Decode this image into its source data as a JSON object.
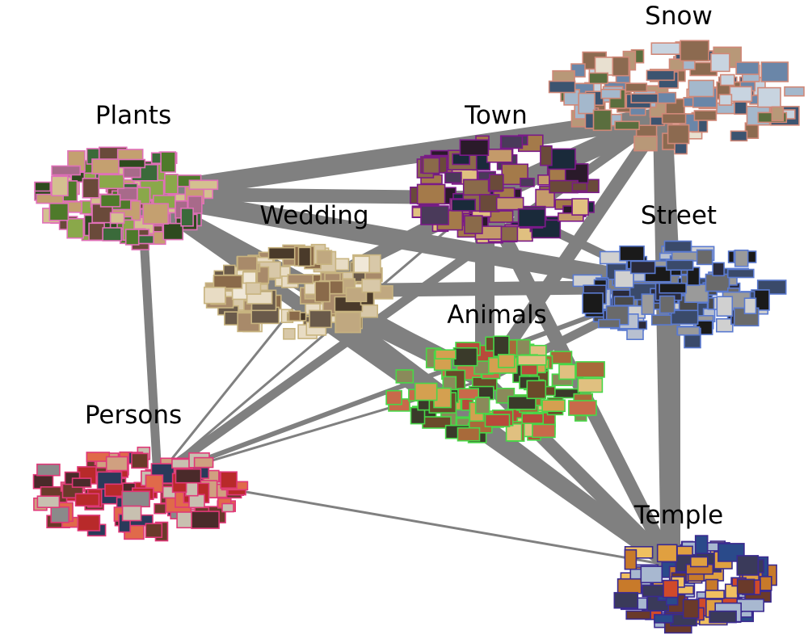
{
  "diagram": {
    "type": "cluster-graph",
    "edge_color": "#808080",
    "clusters": [
      {
        "id": "snow",
        "label": "Snow",
        "border": "#d08878",
        "palette": [
          "#6a86a8",
          "#c8d4e0",
          "#8c6a50",
          "#3c5470",
          "#e8e0d0",
          "#a4b8cc",
          "#5a6e3e",
          "#b89878"
        ]
      },
      {
        "id": "plants",
        "label": "Plants",
        "border": "#e070b8",
        "palette": [
          "#4e7a2a",
          "#8aa84a",
          "#6a4a3a",
          "#c4a070",
          "#2e4a1e",
          "#a86a8a",
          "#d4c090",
          "#3a6a3a"
        ]
      },
      {
        "id": "town",
        "label": "Town",
        "border": "#7a1a88",
        "palette": [
          "#2a1a2a",
          "#6a4a3a",
          "#a47a4a",
          "#1a2a3a",
          "#c49a6a",
          "#4a3a5a",
          "#8a6a4a",
          "#e0c080"
        ]
      },
      {
        "id": "wedding",
        "label": "Wedding",
        "border": "#c8b480",
        "palette": [
          "#d8c8a8",
          "#8a6a4a",
          "#f0e8d8",
          "#a88a6a",
          "#4a3a2a",
          "#c0a880",
          "#e8dcc4",
          "#6a5a4a"
        ]
      },
      {
        "id": "street",
        "label": "Street",
        "border": "#5a7ad0",
        "palette": [
          "#1a1a1a",
          "#6a6a6a",
          "#d0d0d0",
          "#3a4a6a",
          "#9a9a9a",
          "#2a2a3a",
          "#b8c0d0",
          "#4a4a4a"
        ]
      },
      {
        "id": "animals",
        "label": "Animals",
        "border": "#48d848",
        "palette": [
          "#a86a3a",
          "#d4a050",
          "#6a4a2a",
          "#c86a4a",
          "#3a3a2a",
          "#e0c080",
          "#8a8a5a",
          "#b84a3a"
        ]
      },
      {
        "id": "persons",
        "label": "Persons",
        "border": "#e03878",
        "palette": [
          "#b82a2a",
          "#6a3a2a",
          "#d0a080",
          "#2a3a5a",
          "#e06a4a",
          "#8a8a8a",
          "#4a2a2a",
          "#c8c0b0"
        ]
      },
      {
        "id": "temple",
        "label": "Temple",
        "border": "#3a2a90",
        "palette": [
          "#c87a2a",
          "#2a4a8a",
          "#e0a040",
          "#6a3a2a",
          "#a8b8d0",
          "#d04a2a",
          "#3a3a5a",
          "#f0c060"
        ]
      }
    ],
    "edges": [
      {
        "from": "plants",
        "to": "snow",
        "weight": 5
      },
      {
        "from": "plants",
        "to": "town",
        "weight": 4
      },
      {
        "from": "plants",
        "to": "street",
        "weight": 5
      },
      {
        "from": "plants",
        "to": "animals",
        "weight": 4
      },
      {
        "from": "plants",
        "to": "wedding",
        "weight": 3
      },
      {
        "from": "plants",
        "to": "persons",
        "weight": 3
      },
      {
        "from": "plants",
        "to": "temple",
        "weight": 4
      },
      {
        "from": "town",
        "to": "snow",
        "weight": 5
      },
      {
        "from": "town",
        "to": "wedding",
        "weight": 4
      },
      {
        "from": "town",
        "to": "street",
        "weight": 3
      },
      {
        "from": "town",
        "to": "animals",
        "weight": 5
      },
      {
        "from": "town",
        "to": "temple",
        "weight": 4
      },
      {
        "from": "town",
        "to": "persons",
        "weight": 1
      },
      {
        "from": "wedding",
        "to": "street",
        "weight": 4
      },
      {
        "from": "wedding",
        "to": "animals",
        "weight": 5
      },
      {
        "from": "wedding",
        "to": "snow",
        "weight": 3
      },
      {
        "from": "wedding",
        "to": "temple",
        "weight": 4
      },
      {
        "from": "wedding",
        "to": "persons",
        "weight": 1
      },
      {
        "from": "snow",
        "to": "street",
        "weight": 5
      },
      {
        "from": "snow",
        "to": "animals",
        "weight": 4
      },
      {
        "from": "snow",
        "to": "temple",
        "weight": 5
      },
      {
        "from": "snow",
        "to": "persons",
        "weight": 3
      },
      {
        "from": "street",
        "to": "animals",
        "weight": 3
      },
      {
        "from": "street",
        "to": "temple",
        "weight": 5
      },
      {
        "from": "street",
        "to": "persons",
        "weight": 2
      },
      {
        "from": "animals",
        "to": "temple",
        "weight": 4
      },
      {
        "from": "animals",
        "to": "persons",
        "weight": 1
      },
      {
        "from": "persons",
        "to": "temple",
        "weight": 1
      }
    ]
  }
}
